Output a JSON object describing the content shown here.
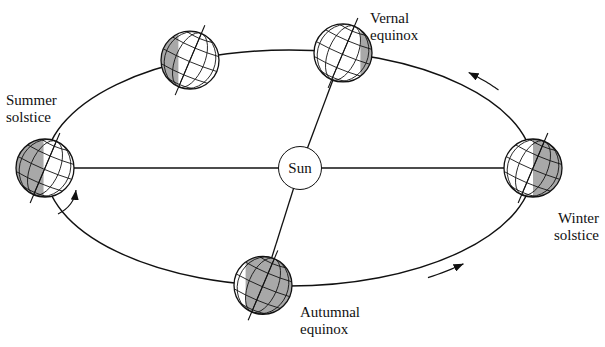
{
  "diagram": {
    "nodes": [
      {
        "text": [
          "Sun"
        ]
      }
    ],
    "labels": [
      "Vernal equinox",
      "Summer solstice",
      "Winter solstice",
      "Autumnal equinox"
    ]
  }
}
